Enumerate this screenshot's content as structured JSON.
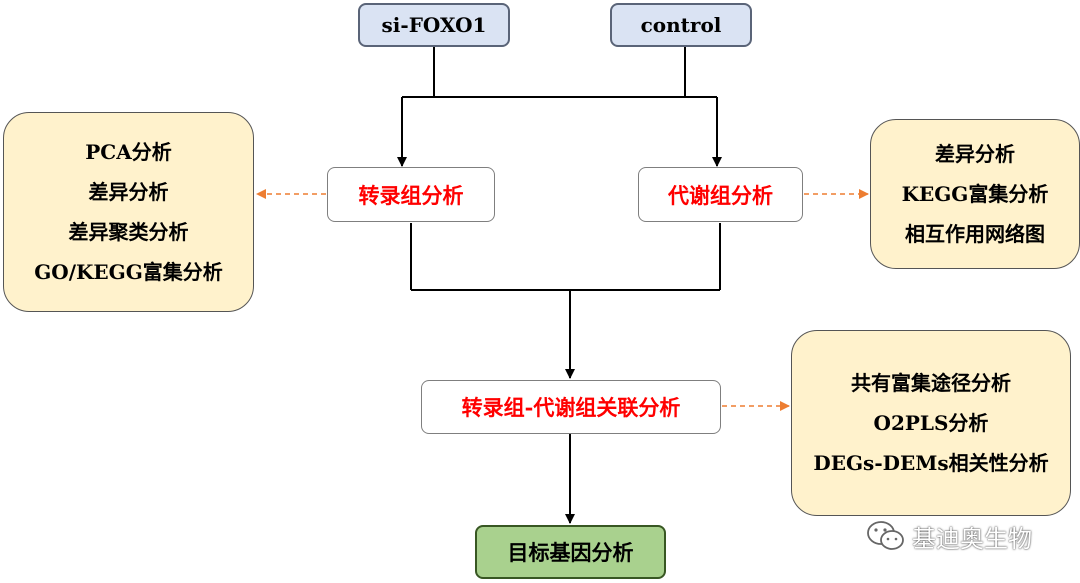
{
  "inputs": {
    "left": "si-FOXO1",
    "right": "control"
  },
  "analyses": {
    "transcriptome": "转录组分析",
    "metabolome": "代谢组分析",
    "joint": "转录组-代谢组关联分析",
    "target": "目标基因分析"
  },
  "transcriptome_details": [
    "PCA分析",
    "差异分析",
    "差异聚类分析",
    "GO/KEGG富集分析"
  ],
  "metabolome_details": [
    "差异分析",
    "KEGG富集分析",
    "相互作用网络图"
  ],
  "joint_details": [
    "共有富集途径分析",
    "O2PLS分析",
    "DEGs-DEMs相关性分析"
  ],
  "watermark": {
    "text": "基迪奥生物",
    "icon": "wechat-icon"
  },
  "colors": {
    "input_fill": "#dae3f3",
    "info_fill": "#fff2cc",
    "target_fill": "#a9d18e",
    "analysis_text": "#ff0000",
    "dashed_arrow": "#ed7d31"
  }
}
